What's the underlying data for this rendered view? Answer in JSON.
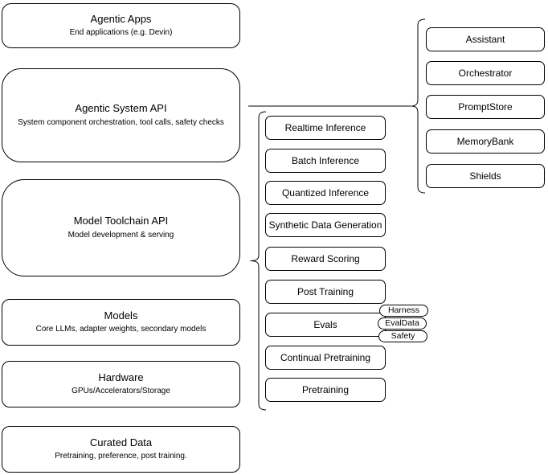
{
  "left_stack": [
    {
      "title": "Agentic Apps",
      "subtitle": "End applications (e.g. Devin)"
    },
    {
      "title": "Agentic System API",
      "subtitle": "System component orchestration, tool calls, safety checks"
    },
    {
      "title": "Model Toolchain API",
      "subtitle": "Model development & serving"
    },
    {
      "title": "Models",
      "subtitle": "Core LLMs, adapter weights, secondary models"
    },
    {
      "title": "Hardware",
      "subtitle": "GPUs/Accelerators/Storage"
    },
    {
      "title": "Curated Data",
      "subtitle": "Pretraining, preference, post training."
    }
  ],
  "toolchain_items": [
    "Realtime Inference",
    "Batch Inference",
    "Quantized Inference",
    "Synthetic Data Generation",
    "Reward Scoring",
    "Post Training",
    "Evals",
    "Continual Pretraining",
    "Pretraining"
  ],
  "evals_tags": [
    "Harness",
    "EvalData",
    "Safety"
  ],
  "system_components": [
    "Assistant",
    "Orchestrator",
    "PromptStore",
    "MemoryBank",
    "Shields"
  ],
  "colors": {
    "stroke": "#000000",
    "fill": "#ffffff",
    "text": "#000000",
    "background": "#ffffff"
  }
}
